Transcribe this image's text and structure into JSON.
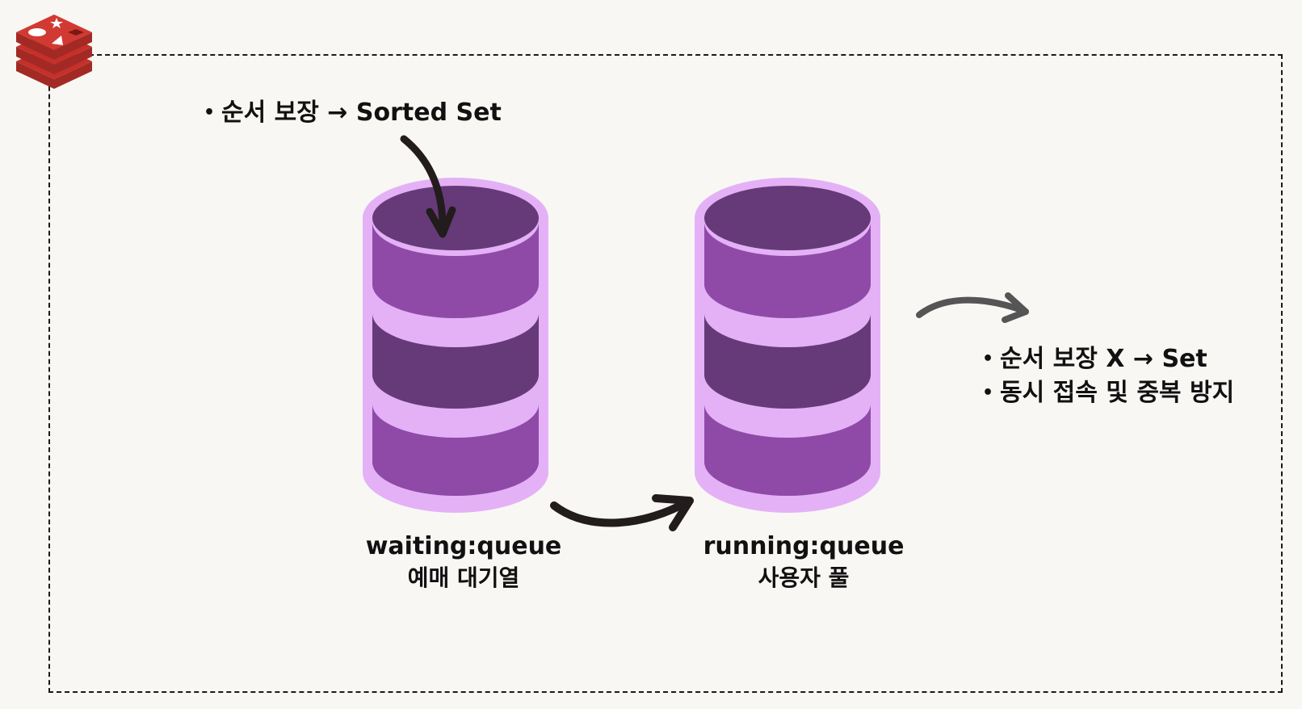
{
  "logo": {
    "icon": "redis-logo-icon",
    "color": "#c6302b"
  },
  "notes": {
    "top": {
      "bullet": "•",
      "text": "순서 보장 → Sorted Set"
    },
    "right": [
      {
        "bullet": "•",
        "text": "순서 보장 X → Set"
      },
      {
        "bullet": "•",
        "text": "동시 접속 및 중복 방지"
      }
    ]
  },
  "queues": [
    {
      "key": "waiting:queue",
      "description": "예매 대기열"
    },
    {
      "key": "running:queue",
      "description": "사용자 풀"
    }
  ],
  "colors": {
    "background": "#f8f7f4",
    "cylinder_outline": "#e4b1f7",
    "cylinder_light": "#8f4aa8",
    "cylinder_dark": "#663a78",
    "arrow_dark": "#221c1c",
    "arrow_gray": "#555555"
  },
  "edges": [
    {
      "from": "note-top",
      "to": "waiting:queue",
      "style": "dark"
    },
    {
      "from": "waiting:queue",
      "to": "running:queue",
      "style": "dark"
    },
    {
      "from": "running:queue",
      "to": "note-right",
      "style": "gray"
    }
  ]
}
